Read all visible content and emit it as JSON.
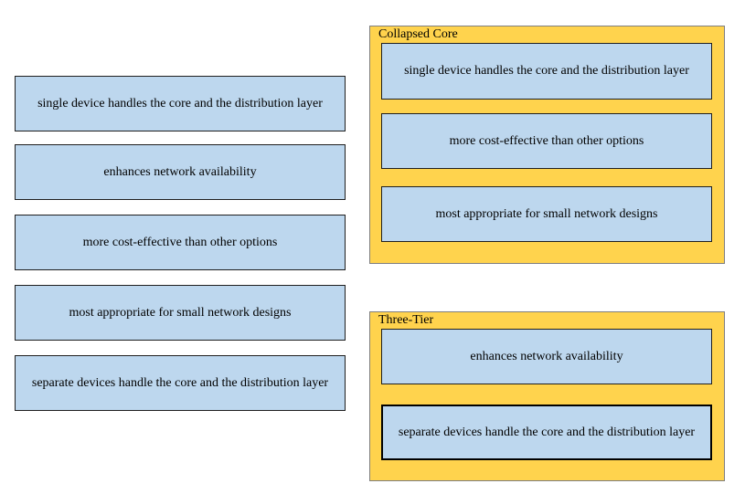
{
  "source_items": [
    {
      "label": "single device handles the core and the distribution layer"
    },
    {
      "label": "enhances network availability"
    },
    {
      "label": "more cost-effective than other options"
    },
    {
      "label": "most appropriate for small network designs"
    },
    {
      "label": "separate devices handle the core and the distribution layer"
    }
  ],
  "targets": {
    "collapsed_core": {
      "title": "Collapsed Core",
      "items": [
        {
          "label": "single device handles the core and the distribution layer"
        },
        {
          "label": "more cost-effective than other options"
        },
        {
          "label": "most appropriate for small network designs"
        }
      ]
    },
    "three_tier": {
      "title": "Three-Tier",
      "items": [
        {
          "label": "enhances network availability"
        },
        {
          "label": "separate devices handle the core and the distribution layer"
        }
      ]
    }
  },
  "colors": {
    "card_fill": "#bdd7ee",
    "zone_fill": "#ffd34d"
  }
}
